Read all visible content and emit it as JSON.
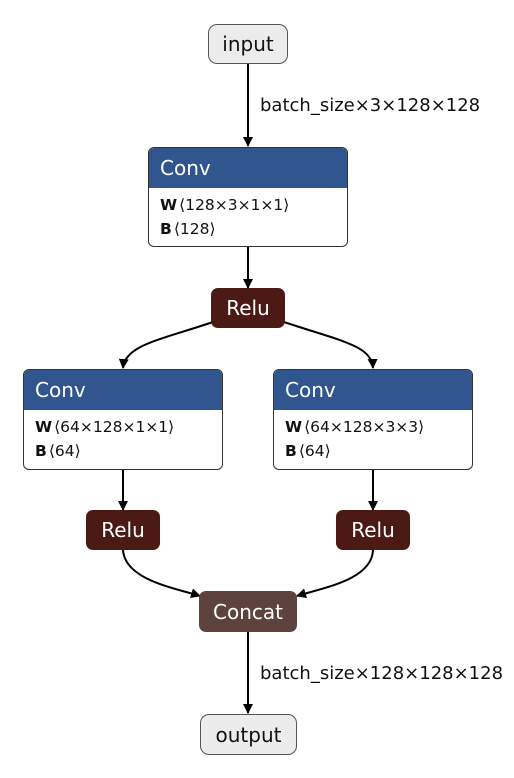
{
  "nodes": {
    "input": {
      "label": "input"
    },
    "conv1": {
      "title": "Conv",
      "params": [
        {
          "name": "W",
          "shape": "⟨128×3×1×1⟩"
        },
        {
          "name": "B",
          "shape": "⟨128⟩"
        }
      ]
    },
    "relu1": {
      "label": "Relu"
    },
    "conv2": {
      "title": "Conv",
      "params": [
        {
          "name": "W",
          "shape": "⟨64×128×1×1⟩"
        },
        {
          "name": "B",
          "shape": "⟨64⟩"
        }
      ]
    },
    "conv3": {
      "title": "Conv",
      "params": [
        {
          "name": "W",
          "shape": "⟨64×128×3×3⟩"
        },
        {
          "name": "B",
          "shape": "⟨64⟩"
        }
      ]
    },
    "relu2": {
      "label": "Relu"
    },
    "relu3": {
      "label": "Relu"
    },
    "concat": {
      "label": "Concat"
    },
    "output": {
      "label": "output"
    }
  },
  "edges": {
    "input_to_conv1": {
      "label": "batch_size×3×128×128"
    },
    "concat_to_output": {
      "label": "batch_size×128×128×128"
    }
  },
  "colors": {
    "conv_header": "#30558f",
    "relu": "#4b1a14",
    "concat": "#5d433c",
    "io_fill": "#ececec"
  }
}
